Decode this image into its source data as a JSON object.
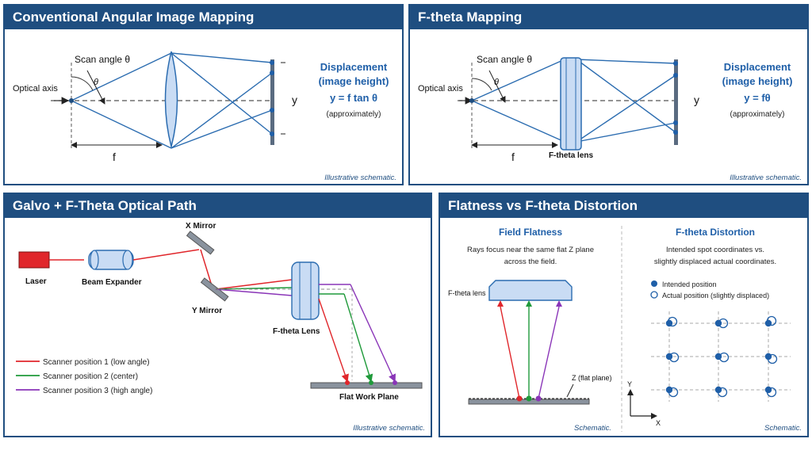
{
  "panel1": {
    "title": "Conventional Angular Image Mapping",
    "optical_axis": "Optical axis",
    "scan_angle": "Scan angle θ",
    "theta": "θ",
    "f": "f",
    "y": "y",
    "displacement_line1": "Displacement",
    "displacement_line2": "(image height)",
    "formula": "y = f tan θ",
    "approx": "(approximately)",
    "note": "Illustrative schematic."
  },
  "panel2": {
    "title": "F-theta Mapping",
    "optical_axis": "Optical axis",
    "scan_angle": "Scan angle θ",
    "theta": "θ",
    "f": "f",
    "y": "y",
    "lens_label": "F-theta lens",
    "displacement_line1": "Displacement",
    "displacement_line2": "(image height)",
    "formula": "y = fθ",
    "approx": "(approximately)",
    "note": "Illustrative schematic."
  },
  "panel3": {
    "title": "Galvo + F-Theta Optical Path",
    "laser": "Laser",
    "beam_expander": "Beam Expander",
    "x_mirror": "X Mirror",
    "y_mirror": "Y Mirror",
    "lens": "F-theta Lens",
    "work_plane": "Flat Work Plane",
    "legend": [
      {
        "label": "Scanner position 1 (low angle)",
        "color": "#e0262b"
      },
      {
        "label": "Scanner position 2 (center)",
        "color": "#1f9a3a"
      },
      {
        "label": "Scanner position 3 (high angle)",
        "color": "#8a35b8"
      }
    ],
    "note": "Illustrative schematic."
  },
  "panel4": {
    "title": "Flatness vs F-theta Distortion",
    "left": {
      "heading": "Field Flatness",
      "desc_line1": "Rays focus near the same flat Z plane",
      "desc_line2": "across the field.",
      "lens_label": "F-theta lens",
      "plane_label": "Z (flat plane)",
      "note": "Schematic."
    },
    "right": {
      "heading": "F-theta Distortion",
      "desc_line1": "Intended spot coordinates vs.",
      "desc_line2": "slightly displaced actual coordinates.",
      "legend_intended": "Intended position",
      "legend_actual": "Actual position (slightly displaced)",
      "axis_y": "Y",
      "axis_x": "X",
      "note": "Schematic."
    }
  },
  "colors": {
    "header": "#1f4e80",
    "ray_blue": "#2b6cb0",
    "lens_fill": "#c9dcf4",
    "red": "#e0262b",
    "green": "#1f9a3a",
    "purple": "#8a35b8",
    "text_blue": "#1f5fa8"
  }
}
